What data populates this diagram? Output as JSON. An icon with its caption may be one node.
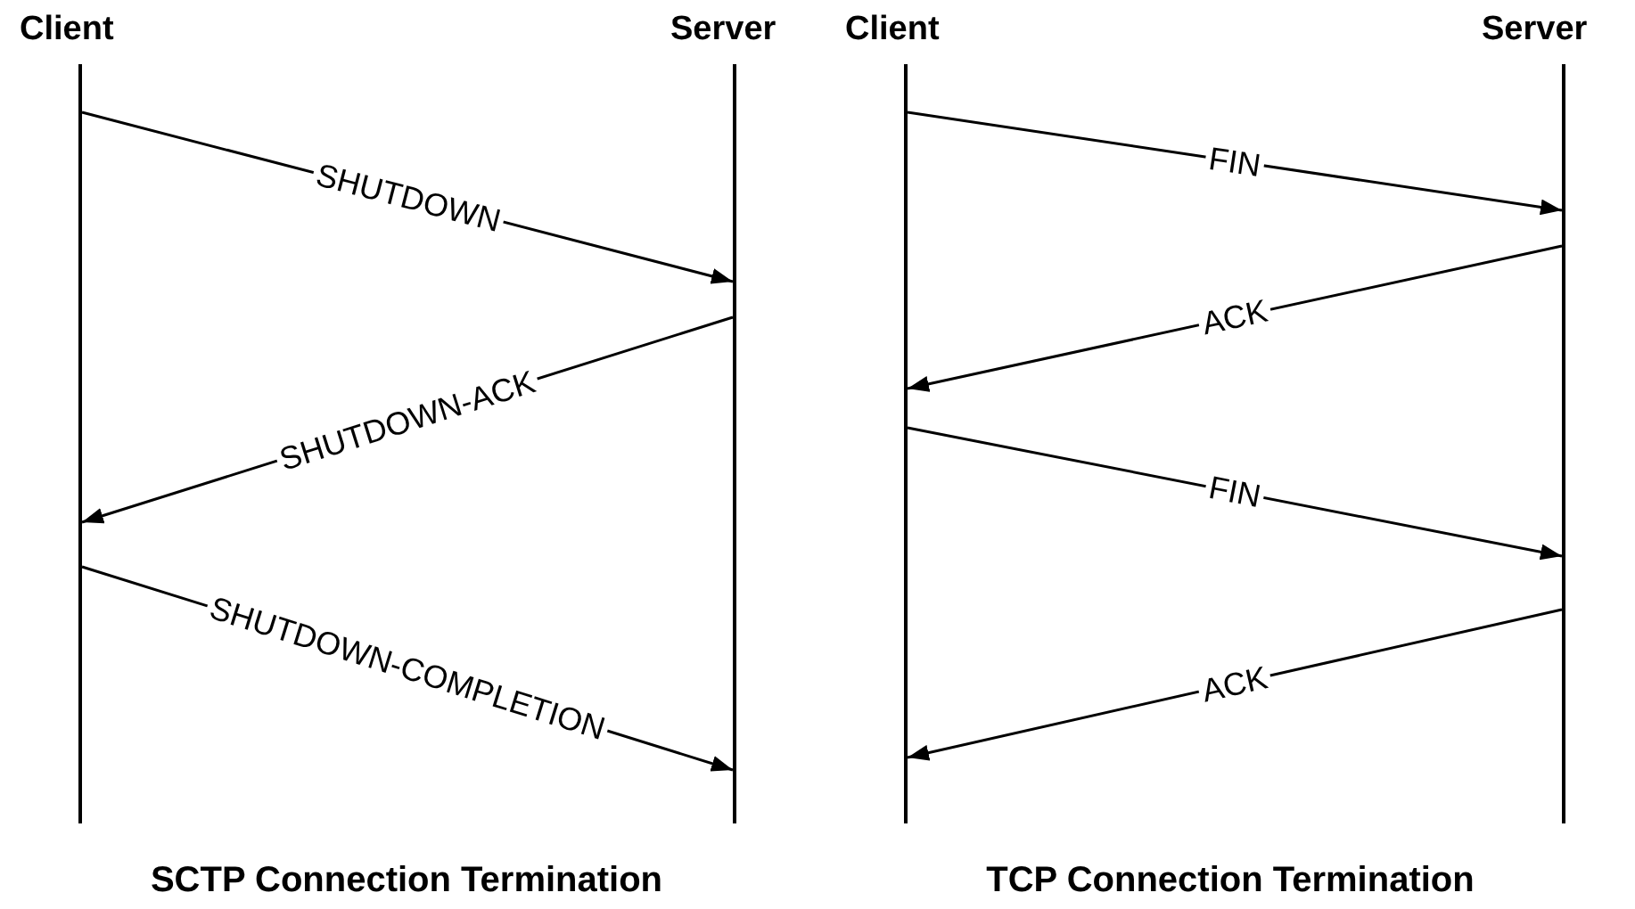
{
  "diagram": {
    "nodes": [
      {
        "text": [
          "Client"
        ]
      },
      {
        "text": [
          "Server"
        ]
      },
      {
        "text": [
          "Client"
        ]
      },
      {
        "text": [
          "Server"
        ]
      }
    ],
    "edges": [
      {
        "from": 0,
        "to": 1,
        "arrow": "to",
        "label": "SHUTDOWN"
      },
      {
        "from": 1,
        "to": 0,
        "arrow": "to",
        "label": "SHUTDOWN-ACK"
      },
      {
        "from": 0,
        "to": 1,
        "arrow": "to",
        "label": "SHUTDOWN-COMPLETION"
      },
      {
        "from": 2,
        "to": 3,
        "arrow": "to",
        "label": "FIN"
      },
      {
        "from": 3,
        "to": 2,
        "arrow": "to",
        "label": "ACK"
      },
      {
        "from": 2,
        "to": 3,
        "arrow": "to",
        "label": "FIN"
      },
      {
        "from": 3,
        "to": 2,
        "arrow": "to",
        "label": "ACK"
      }
    ],
    "labels": [
      "SCTP Connection Termination",
      "TCP Connection Termination"
    ]
  }
}
